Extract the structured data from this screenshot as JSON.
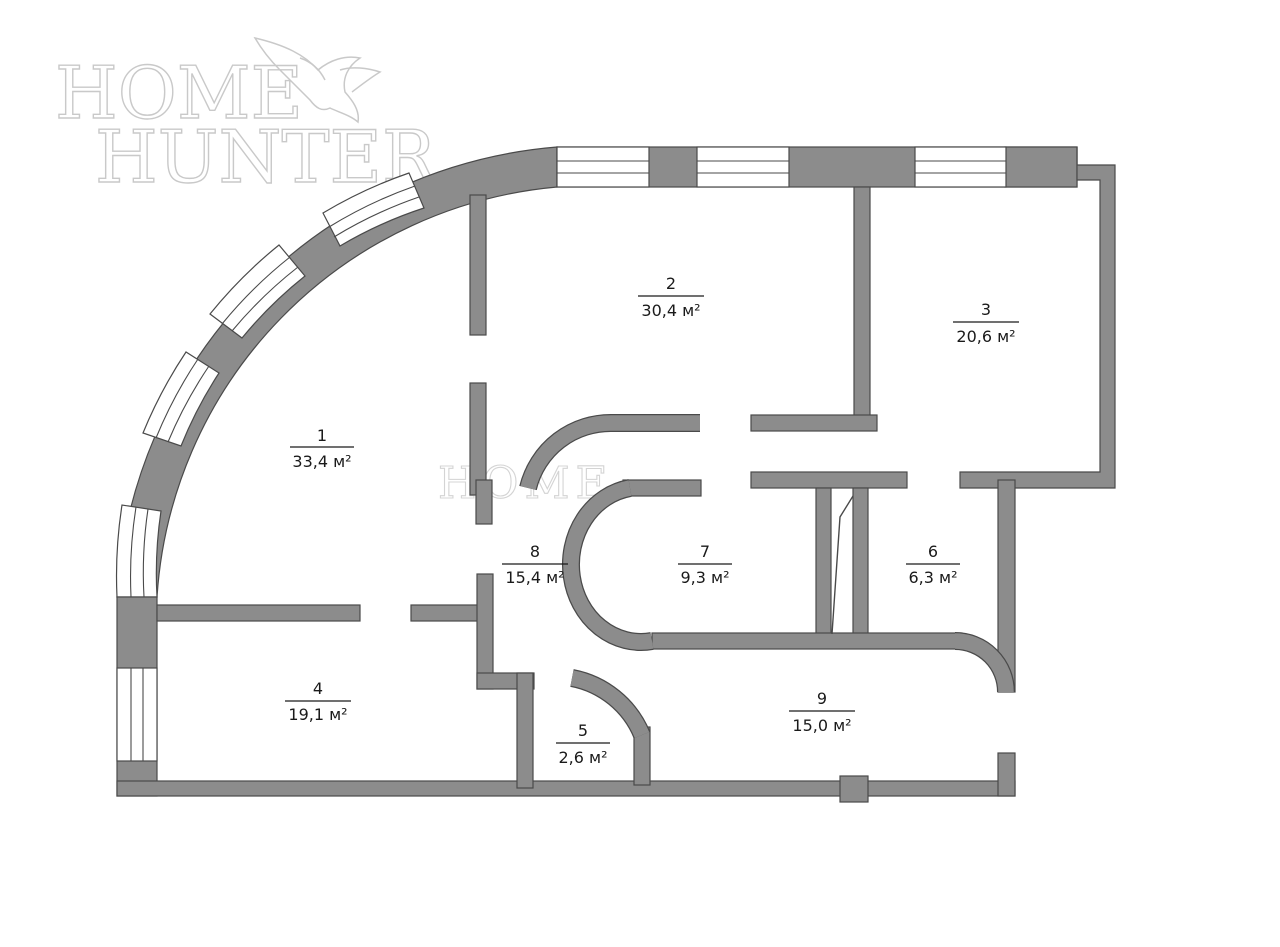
{
  "logo": {
    "line1": "HOME",
    "line2": "HUNTER",
    "bird": "eagle-logo-icon"
  },
  "watermark": "HOME",
  "rooms": [
    {
      "number": "1",
      "area": "33,4 м²"
    },
    {
      "number": "2",
      "area": "30,4 м²"
    },
    {
      "number": "3",
      "area": "20,6 м²"
    },
    {
      "number": "4",
      "area": "19,1 м²"
    },
    {
      "number": "5",
      "area": "2,6 м²"
    },
    {
      "number": "6",
      "area": "6,3 м²"
    },
    {
      "number": "7",
      "area": "9,3 м²"
    },
    {
      "number": "8",
      "area": "15,4 м²"
    },
    {
      "number": "9",
      "area": "15,0 м²"
    }
  ],
  "colors": {
    "wall": "#8c8c8c",
    "wall_outline": "#4a4a4a",
    "window": "#ffffff",
    "text": "#1a1a1a"
  }
}
